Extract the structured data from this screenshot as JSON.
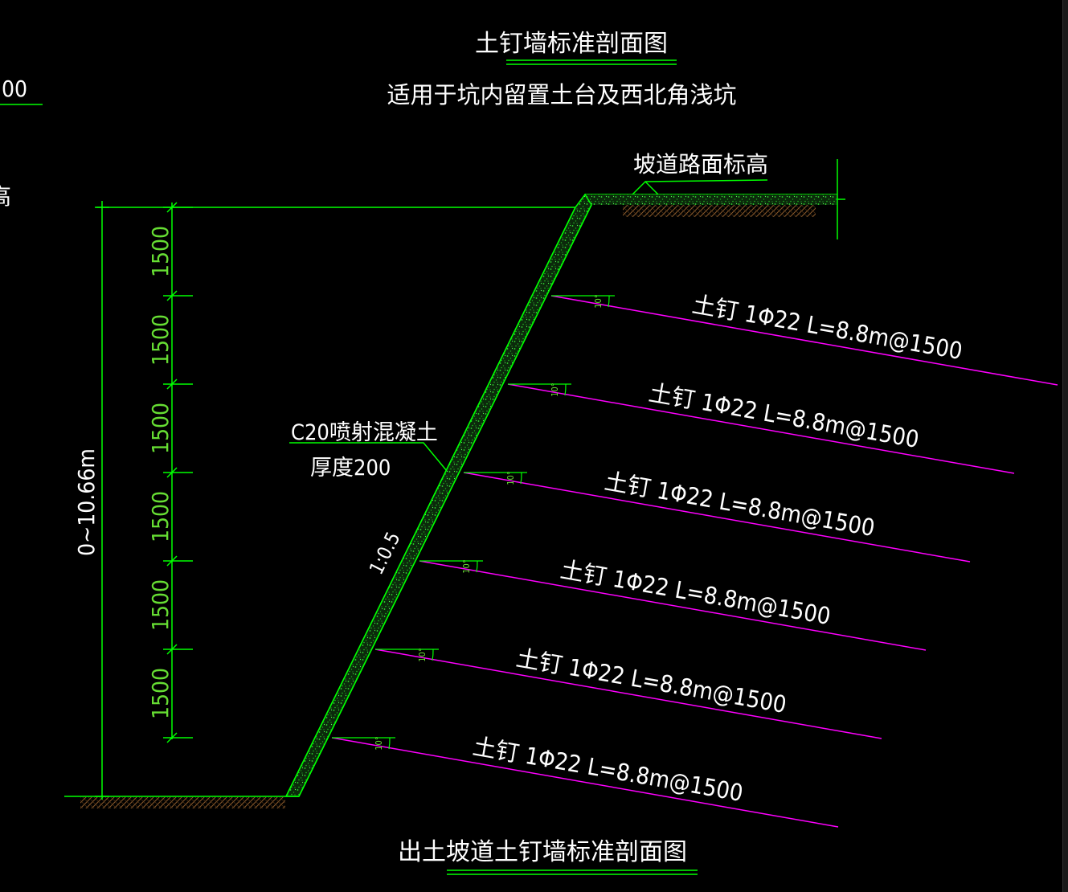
{
  "title": "土钉墙标准剖面图",
  "subtitle": "适用于坑内留置土台及西北角浅坑",
  "bottom_title": "出土坡道土钉墙标准剖面图",
  "left_fragments": {
    "top": "00",
    "middle": "高"
  },
  "ramp_label": "坡道路面标高",
  "concrete_label_line1": "C20喷射混凝土",
  "concrete_label_line2": "厚度200",
  "slope_ratio": "1:0.5",
  "total_height": "0~10.66m",
  "spacing_labels": [
    "1500",
    "1500",
    "1500",
    "1500",
    "1500",
    "1500"
  ],
  "angle_label": "10°",
  "nails": [
    {
      "label": "土钉 1Φ22  L=8.8m@1500"
    },
    {
      "label": "土钉 1Φ22  L=8.8m@1500"
    },
    {
      "label": "土钉 1Φ22  L=8.8m@1500"
    },
    {
      "label": "土钉 1Φ22  L=8.8m@1500"
    },
    {
      "label": "土钉 1Φ22  L=8.8m@1500"
    },
    {
      "label": "土钉 1Φ22  L=8.8m@1500"
    }
  ],
  "colors": {
    "background": "#000000",
    "text": "#ffffff",
    "green": "#00ff00",
    "dim_text": "#66dd33",
    "magenta": "#ff00ff",
    "hatch": "#8b5a2b",
    "speckle": "#00aa00"
  }
}
